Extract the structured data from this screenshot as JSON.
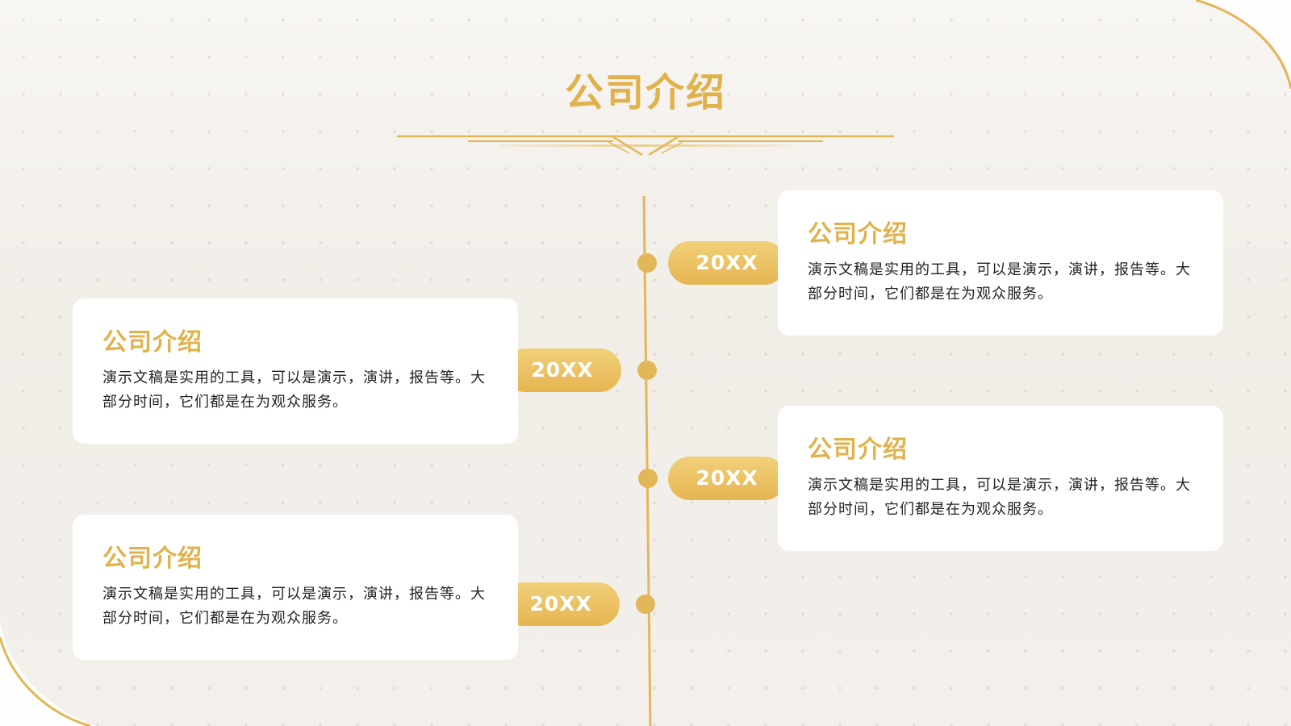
{
  "slide": {
    "title": "公司介绍"
  },
  "colors": {
    "accent": "#e0b24c",
    "pill_light": "#f1d07a",
    "pill_dark": "#e6b551",
    "card_bg": "#ffffff",
    "text": "#222222"
  },
  "timeline": {
    "items": [
      {
        "year": "20XX",
        "title": "公司介绍",
        "text": "演示文稿是实用的工具，可以是演示，演讲，报告等。大部分时间，它们都是在为观众服务。"
      },
      {
        "year": "20XX",
        "title": "公司介绍",
        "text": "演示文稿是实用的工具，可以是演示，演讲，报告等。大部分时间，它们都是在为观众服务。"
      },
      {
        "year": "20XX",
        "title": "公司介绍",
        "text": "演示文稿是实用的工具，可以是演示，演讲，报告等。大部分时间，它们都是在为观众服务。"
      },
      {
        "year": "20XX",
        "title": "公司介绍",
        "text": "演示文稿是实用的工具，可以是演示，演讲，报告等。大部分时间，它们都是在为观众服务。"
      }
    ]
  }
}
